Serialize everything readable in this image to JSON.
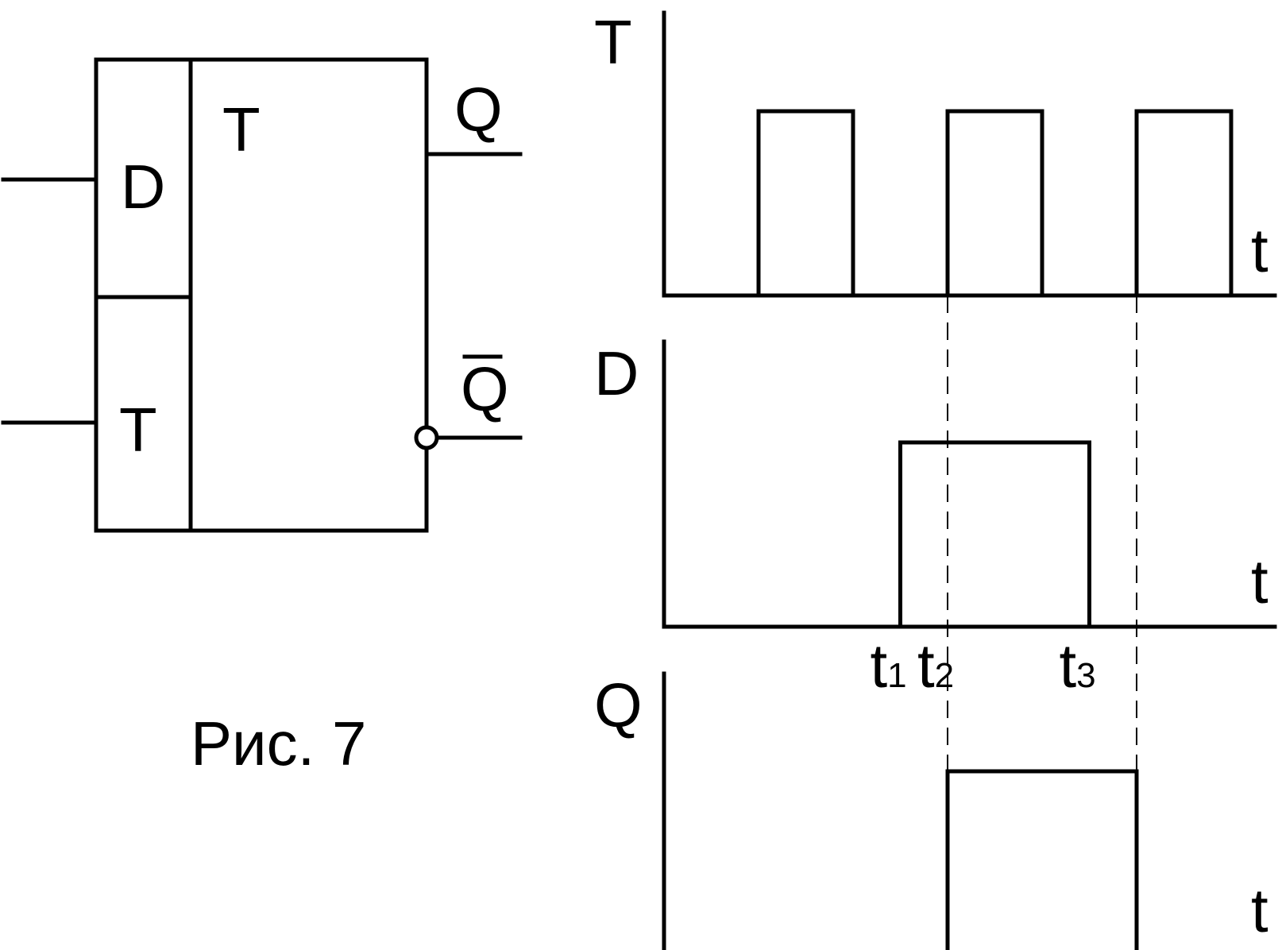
{
  "block": {
    "inputs": [
      "D",
      "T"
    ],
    "type_label": "T",
    "outputs": [
      "Q",
      "Q"
    ]
  },
  "caption": "Рис. 7",
  "timing": {
    "axis_label": "t",
    "signals": [
      {
        "name": "T",
        "periods": [
          [
            2,
            4
          ],
          [
            6,
            8
          ],
          [
            10,
            12
          ]
        ]
      },
      {
        "name": "D",
        "periods": [
          [
            5,
            9
          ]
        ]
      },
      {
        "name": "Q",
        "periods": [
          [
            6,
            10
          ]
        ]
      }
    ],
    "markers": [
      {
        "label": "t",
        "sub": "1",
        "x": 5
      },
      {
        "label": "t",
        "sub": "2",
        "x": 6
      },
      {
        "label": "t",
        "sub": "3",
        "x": 9
      }
    ],
    "guides": [
      6,
      10
    ]
  }
}
